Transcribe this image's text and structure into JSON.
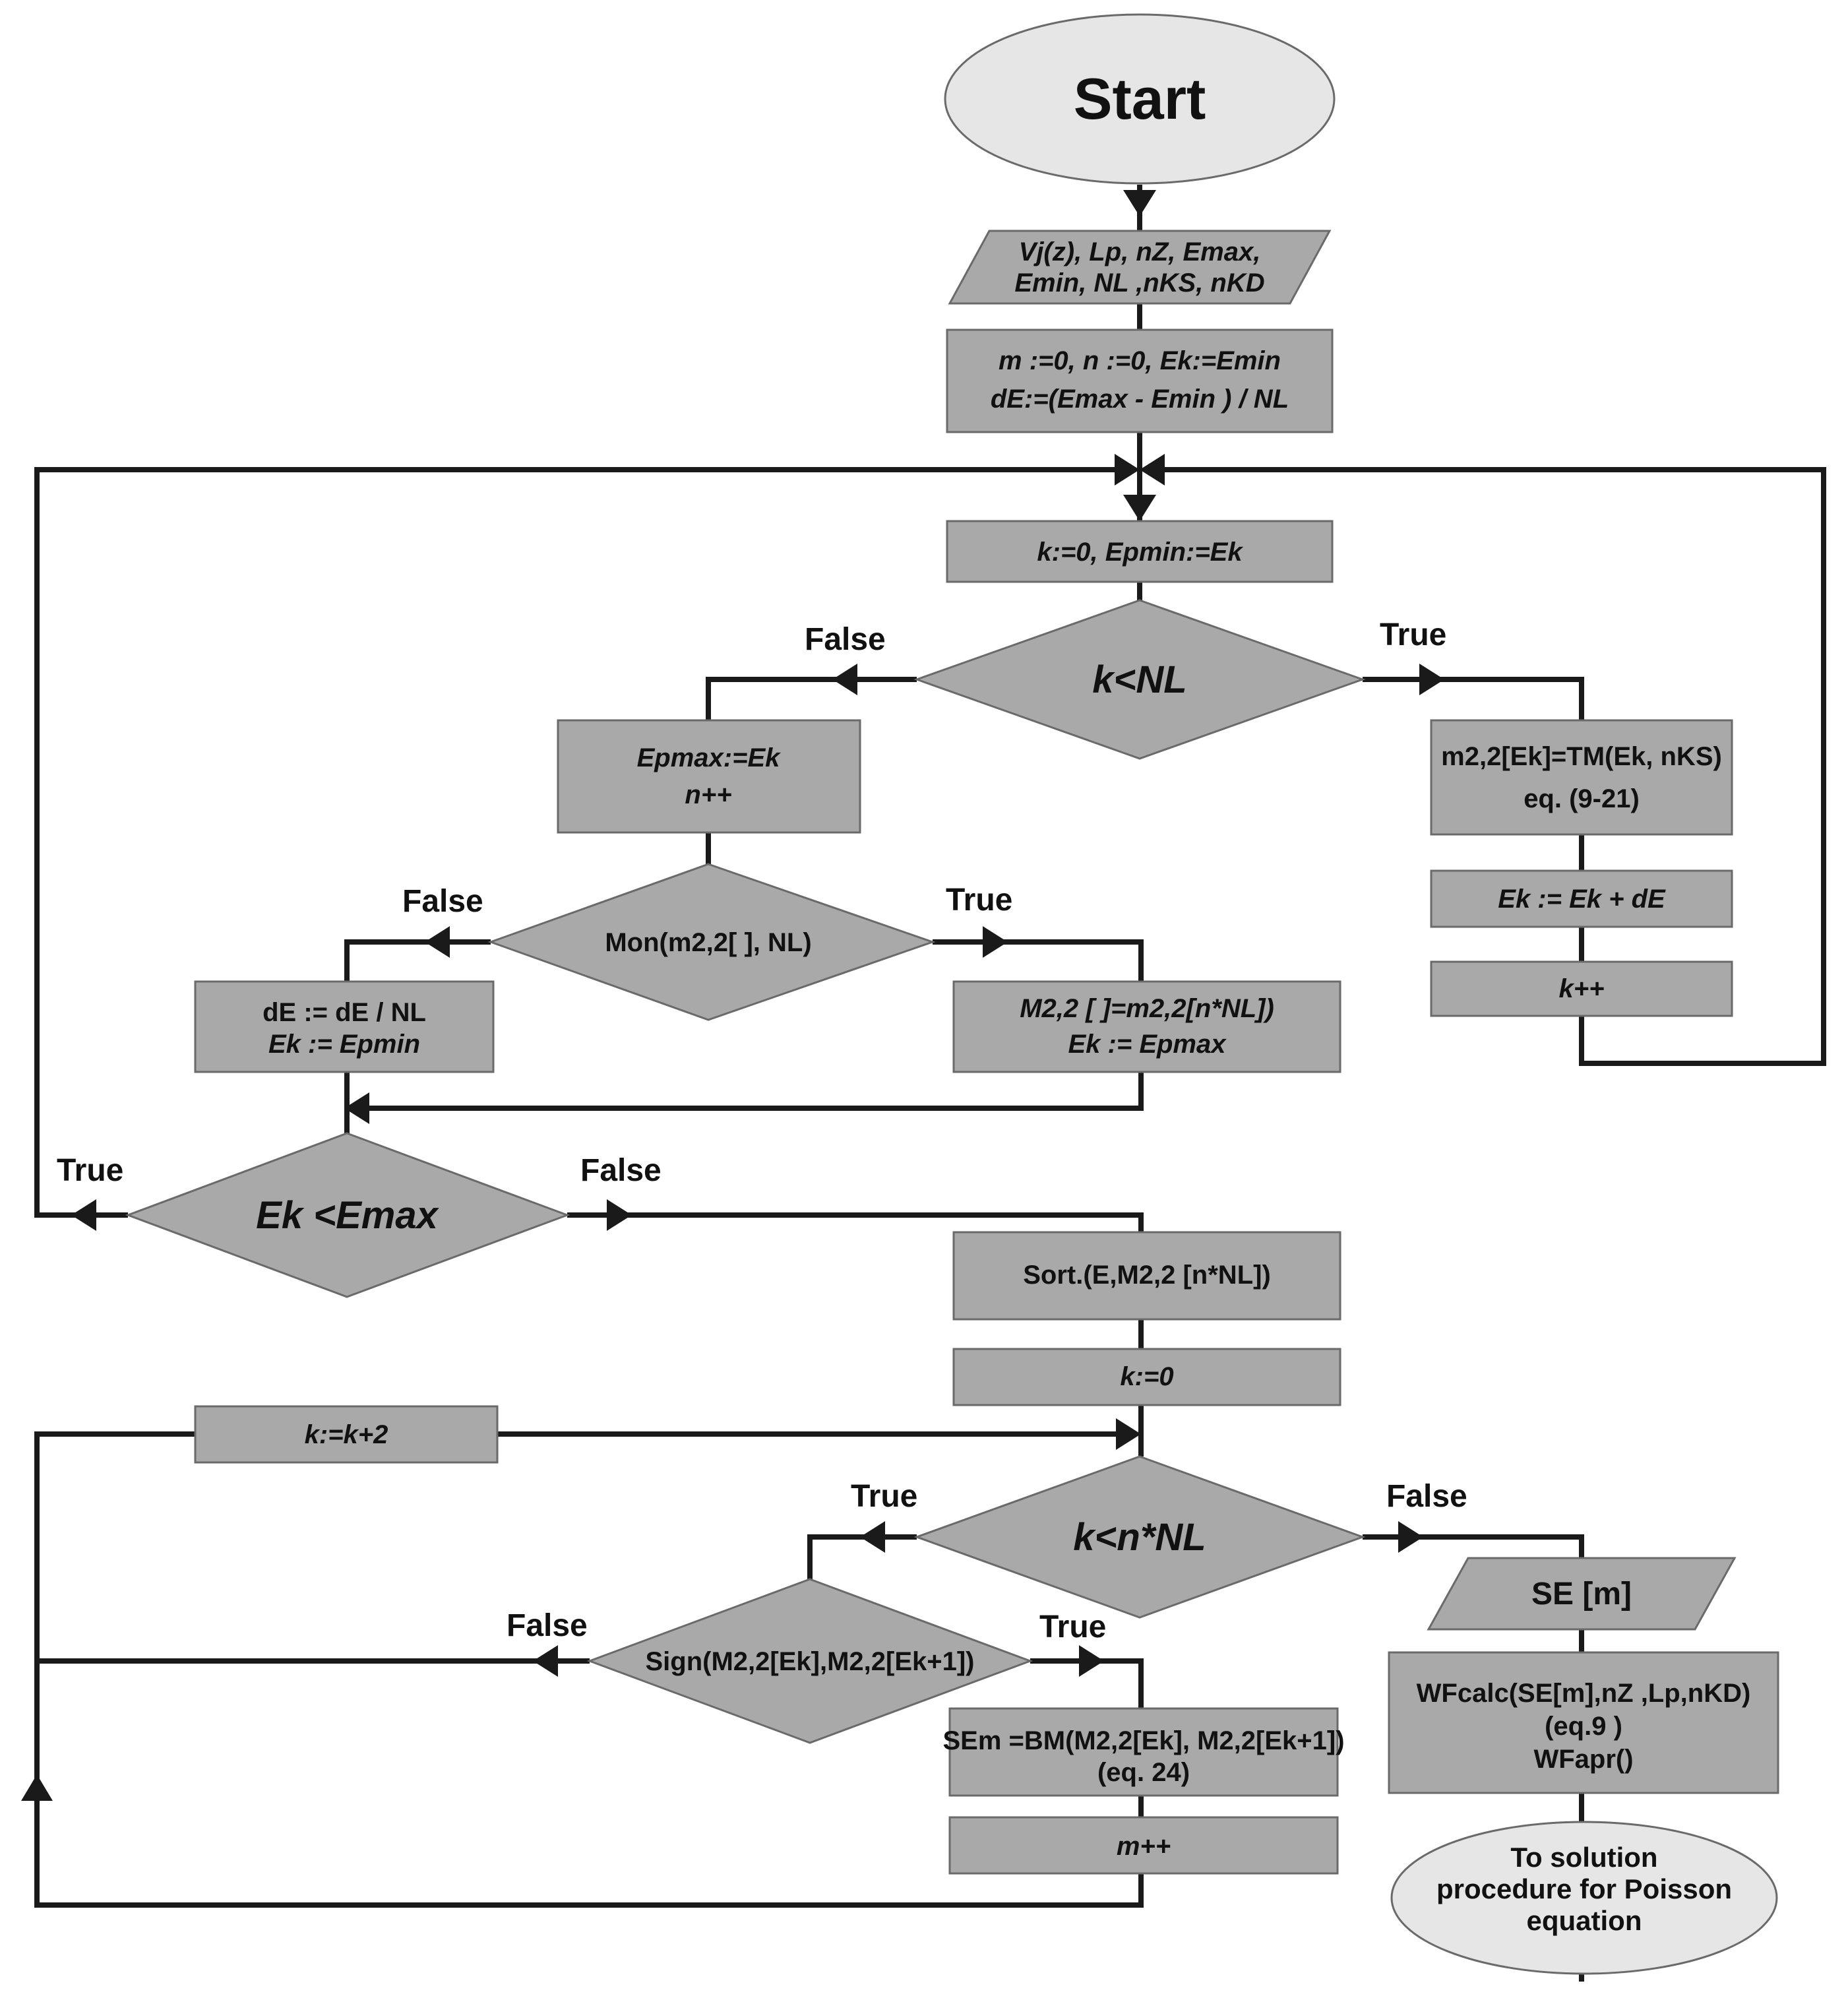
{
  "colors": {
    "box_fill": "#a9a9a9",
    "terminal_fill": "#e6e6e6",
    "line": "#1a1a1a",
    "text": "#111111"
  },
  "nodes": {
    "start": "Start",
    "inputs_1": "Vj(z), Lp, nZ, Emax,",
    "inputs_2": "Emin, NL ,nKS, nKD",
    "init_1": "m :=0, n :=0, Ek:=Emin",
    "init_2": "dE:=(Emax - Emin ) / NL",
    "k_init": "k:=0, Epmin:=Ek",
    "cond_k_nl": "k<NL",
    "epmax_1": "Epmax:=Ek",
    "epmax_2": "n++",
    "tm_1": "m2,2[Ek]=TM(Ek, nKS)",
    "tm_2": "eq. (9-21)",
    "ek_inc": "Ek := Ek + dE",
    "k_inc": "k++",
    "mon": "Mon(m2,2[ ], NL)",
    "de_div_1": "dE := dE / NL",
    "de_div_2": "Ek := Epmin",
    "assign_m_1": "M2,2 [ ]=m2,2[n*NL])",
    "assign_m_2": "Ek := Epmax",
    "cond_ek_emax": "Ek <Emax",
    "sort": "Sort.(E,M2,2 [n*NL])",
    "k_zero": "k:=0",
    "k_plus2": "k:=k+2",
    "cond_k_nnl": "k<n*NL",
    "sign": "Sign(M2,2[Ek],M2,2[Ek+1])",
    "se_output": "SE [m]",
    "wfcalc_1": "WFcalc(SE[m],nZ ,Lp,nKD)",
    "wfcalc_2": "(eq.9 )",
    "wfcalc_3": "WFapr()",
    "bm_1": "SEm =BM(M2,2[Ek], M2,2[Ek+1])",
    "bm_2": "(eq. 24)",
    "m_inc": "m++",
    "end_1": "To solution",
    "end_2": "procedure for Poisson",
    "end_3": "equation"
  },
  "labels": {
    "true": "True",
    "false": "False"
  }
}
